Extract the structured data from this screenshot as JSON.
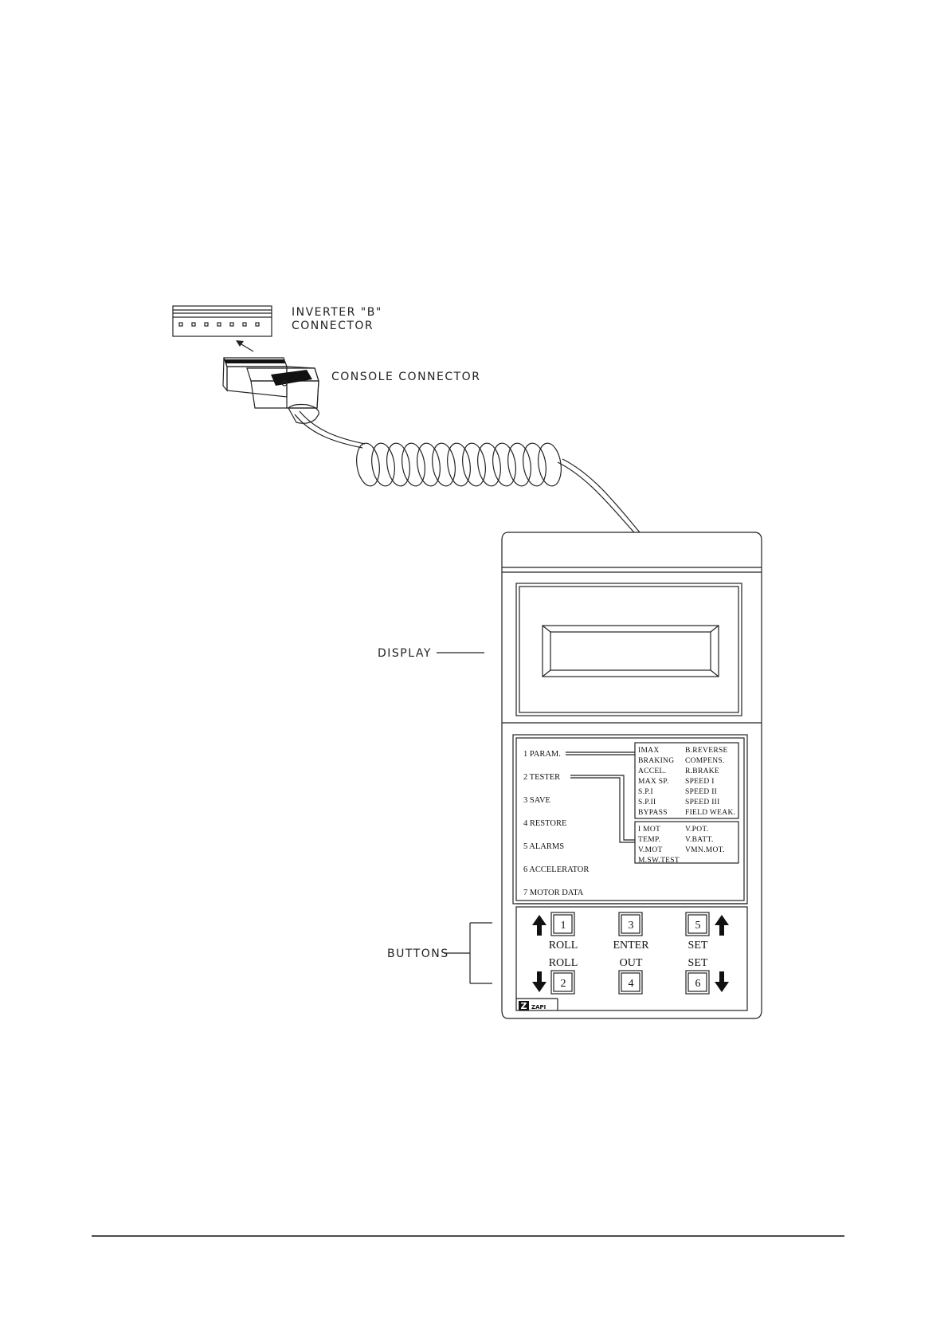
{
  "labels": {
    "inverter_connector_1": "INVERTER \"B\"",
    "inverter_connector_2": "CONNECTOR",
    "console_connector": "CONSOLE CONNECTOR",
    "display": "DISPLAY",
    "buttons": "BUTTONS"
  },
  "menu": [
    "1  PARAM.",
    "2  TESTER",
    "3  SAVE",
    "4  RESTORE",
    "5  ALARMS",
    "6  ACCELERATOR",
    "7  MOTOR  DATA"
  ],
  "param_submenu": [
    [
      "IMAX",
      "B.REVERSE"
    ],
    [
      "BRAKING",
      "COMPENS."
    ],
    [
      "ACCEL.",
      "R.BRAKE"
    ],
    [
      "MAX  SP.",
      "SPEED  I"
    ],
    [
      "S.P.I",
      "SPEED  II"
    ],
    [
      "S.P.II",
      "SPEED  III"
    ],
    [
      "BYPASS",
      "FIELD  WEAK."
    ]
  ],
  "tester_submenu": [
    [
      "I  MOT",
      "V.POT."
    ],
    [
      "TEMP.",
      "V.BATT."
    ],
    [
      "V.MOT",
      "VMN.MOT."
    ],
    [
      "M.SW.TEST",
      ""
    ]
  ],
  "keys": {
    "k1": "1",
    "k2": "2",
    "k3": "3",
    "k4": "4",
    "k5": "5",
    "k6": "6",
    "roll_up": "ROLL",
    "enter": "ENTER",
    "set_up": "SET",
    "roll_down": "ROLL",
    "out": "OUT",
    "set_down": "SET"
  },
  "logo": {
    "letter": "Z",
    "text": "ZAPI"
  }
}
